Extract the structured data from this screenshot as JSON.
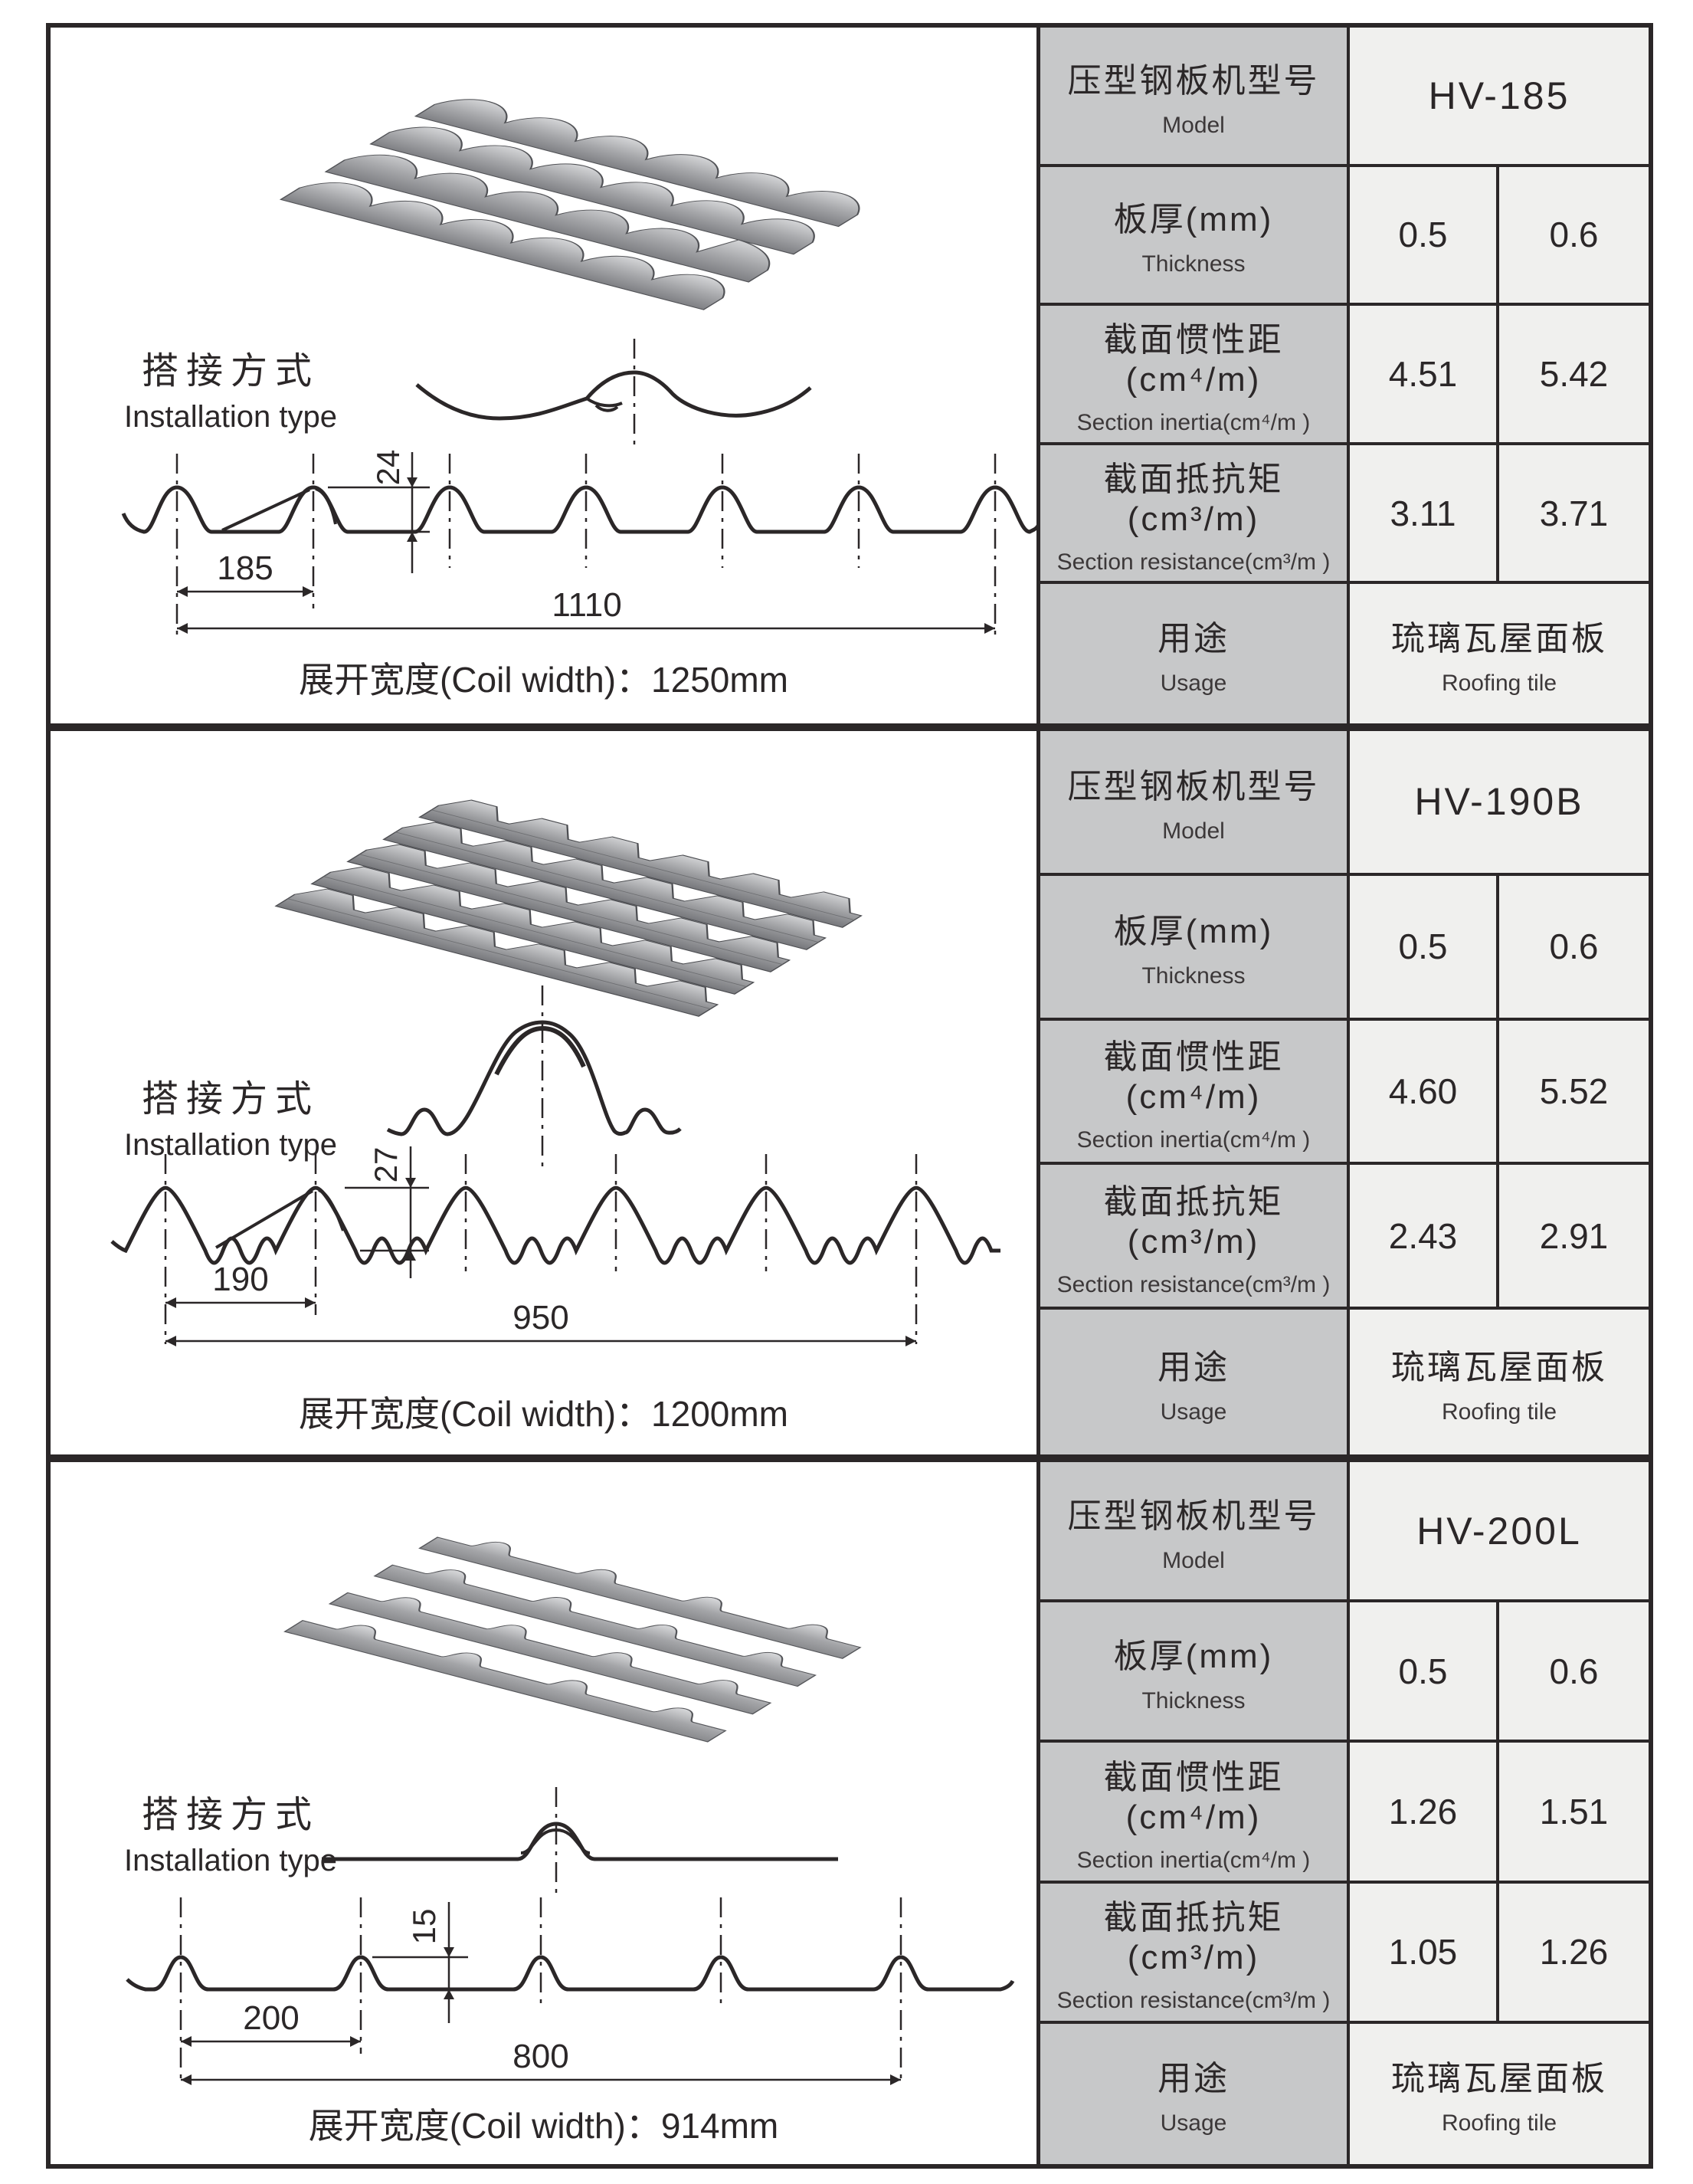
{
  "colors": {
    "line": "#2b2728",
    "label_cell_bg": "#c7c8c9",
    "value_cell_bg": "#f0f0ee",
    "page_bg": "#ffffff",
    "tile_gray_light": "#d4d5d7",
    "tile_gray_dark": "#7f8084"
  },
  "labels": {
    "installation_zh": "搭接方式",
    "installation_en": "Installation type",
    "model_zh": "压型钢板机型号",
    "model_en": "Model",
    "thickness_zh": "板厚(mm)",
    "thickness_en": "Thickness",
    "inertia_zh": "截面惯性距(cm⁴/m)",
    "inertia_en": "Section inertia(cm⁴/m )",
    "resistance_zh": "截面抵抗矩(cm³/m)",
    "resistance_en": "Section resistance(cm³/m )",
    "usage_zh": "用途",
    "usage_en": "Usage"
  },
  "sections": [
    {
      "model": "HV-185",
      "thickness": [
        "0.5",
        "0.6"
      ],
      "inertia": [
        "4.51",
        "5.42"
      ],
      "resistance": [
        "3.11",
        "3.71"
      ],
      "usage_zh": "琉璃瓦屋面板",
      "usage_en": "Roofing tile",
      "dims": {
        "height": "24",
        "pitch": "185",
        "overall": "1110"
      },
      "coil": "展开宽度(Coil width)：1250mm"
    },
    {
      "model": "HV-190B",
      "thickness": [
        "0.5",
        "0.6"
      ],
      "inertia": [
        "4.60",
        "5.52"
      ],
      "resistance": [
        "2.43",
        "2.91"
      ],
      "usage_zh": "琉璃瓦屋面板",
      "usage_en": "Roofing tile",
      "dims": {
        "height": "27",
        "pitch": "190",
        "overall": "950"
      },
      "coil": "展开宽度(Coil width)：1200mm"
    },
    {
      "model": "HV-200L",
      "thickness": [
        "0.5",
        "0.6"
      ],
      "inertia": [
        "1.26",
        "1.51"
      ],
      "resistance": [
        "1.05",
        "1.26"
      ],
      "usage_zh": "琉璃瓦屋面板",
      "usage_en": "Roofing tile",
      "dims": {
        "height": "15",
        "pitch": "200",
        "overall": "800"
      },
      "coil": "展开宽度(Coil width)：914mm"
    }
  ]
}
